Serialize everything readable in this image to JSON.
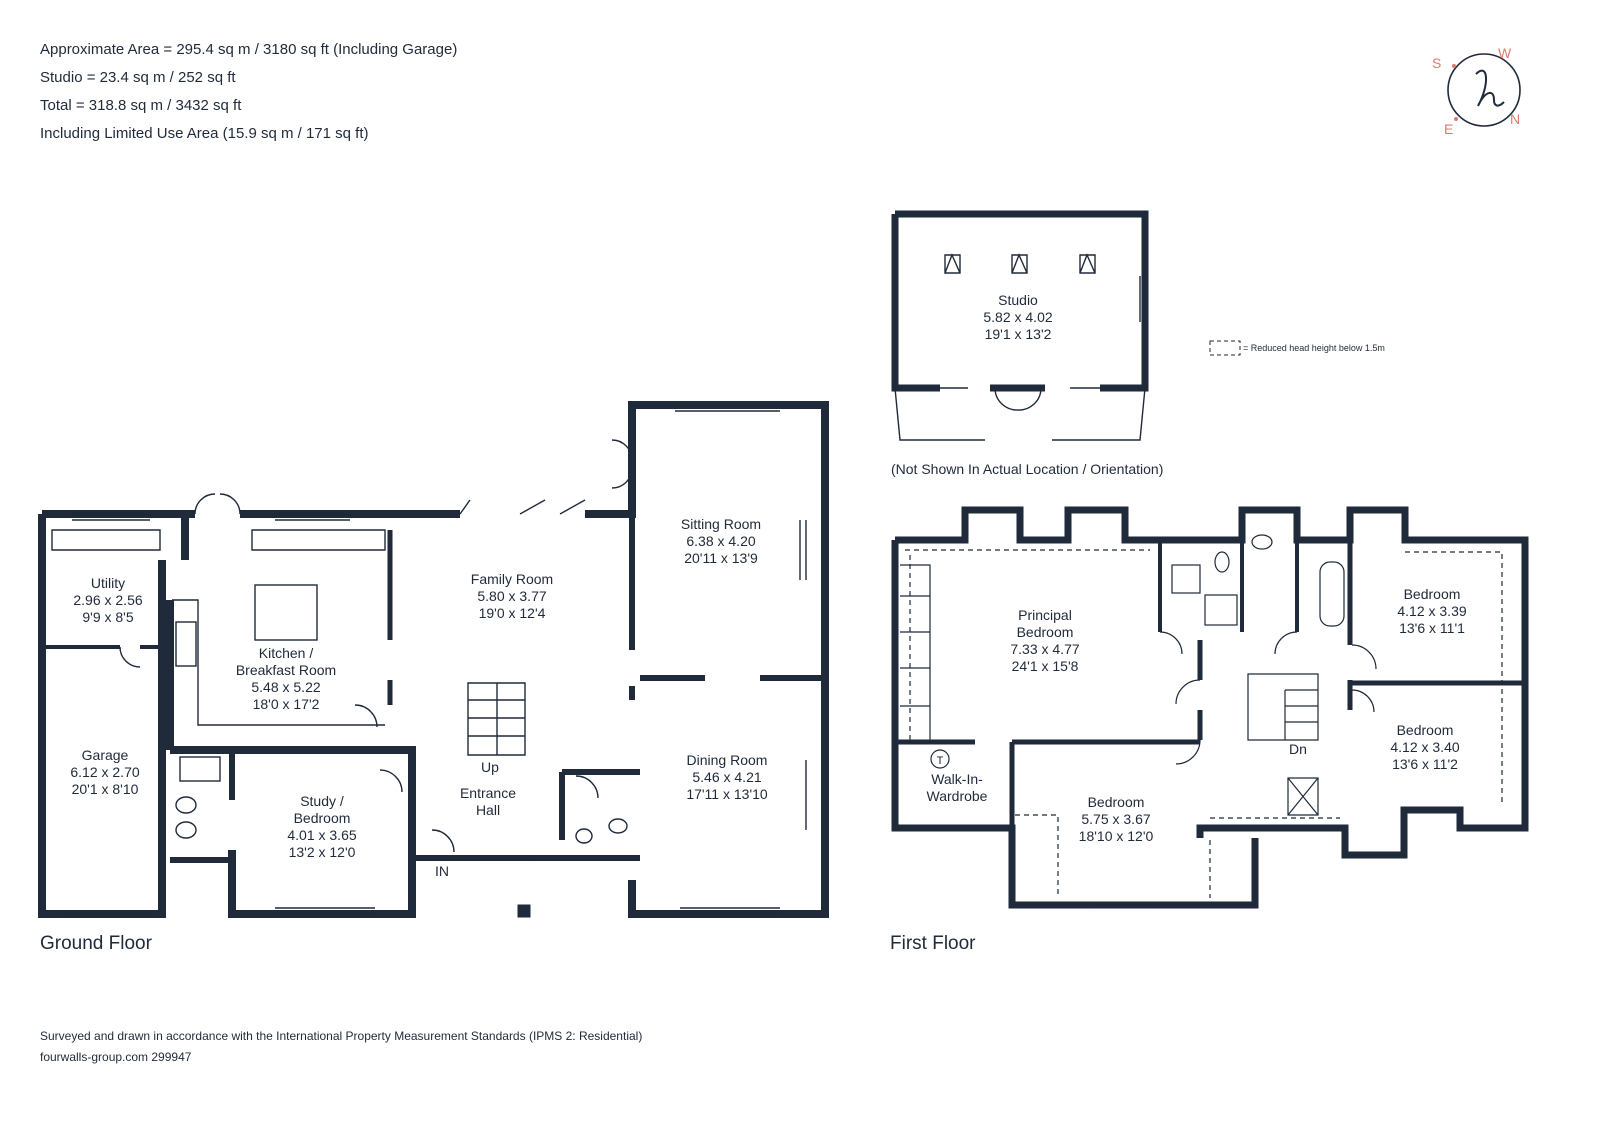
{
  "areas": [
    "Approximate Area = 295.4 sq m / 3180 sq ft (Including Garage)",
    "Studio = 23.4 sq m / 252 sq ft",
    "Total = 318.8 sq m / 3432 sq ft",
    "Including Limited Use Area (15.9 sq m / 171 sq ft)"
  ],
  "compass": {
    "s": "S",
    "w": "W",
    "e": "E",
    "n": "N",
    "accent": "#e07a6e"
  },
  "ground_floor": {
    "label": "Ground Floor",
    "entrance_label": "IN",
    "stairs_label": "Up",
    "rooms": {
      "utility": [
        "Utility",
        "2.96 x 2.56",
        "9'9 x 8'5"
      ],
      "garage": [
        "Garage",
        "6.12 x 2.70",
        "20'1 x 8'10"
      ],
      "kitchen": [
        "Kitchen /",
        "Breakfast Room",
        "5.48 x 5.22",
        "18'0 x 17'2"
      ],
      "family": [
        "Family Room",
        "5.80 x 3.77",
        "19'0 x 12'4"
      ],
      "sitting": [
        "Sitting Room",
        "6.38 x 4.20",
        "20'11 x 13'9"
      ],
      "study": [
        "Study /",
        "Bedroom",
        "4.01 x 3.65",
        "13'2 x 12'0"
      ],
      "hall": [
        "Entrance",
        "Hall"
      ],
      "dining": [
        "Dining Room",
        "5.46 x 4.21",
        "17'11 x 13'10"
      ]
    }
  },
  "studio": {
    "room": [
      "Studio",
      "5.82 x 4.02",
      "19'1 x 13'2"
    ],
    "caption": "(Not Shown In Actual Location / Orientation)"
  },
  "legend": {
    "text": "= Reduced head height below 1.5m"
  },
  "first_floor": {
    "label": "First Floor",
    "stairs_label": "Dn",
    "wardrobe_symbol": "T",
    "rooms": {
      "principal": [
        "Principal",
        "Bedroom",
        "7.33 x 4.77",
        "24'1 x 15'8"
      ],
      "walkin": [
        "Walk-In-",
        "Wardrobe"
      ],
      "bedroom_front": [
        "Bedroom",
        "5.75 x 3.67",
        "18'10 x 12'0"
      ],
      "bedroom_ne": [
        "Bedroom",
        "4.12 x 3.39",
        "13'6 x 11'1"
      ],
      "bedroom_se": [
        "Bedroom",
        "4.12 x 3.40",
        "13'6 x 11'2"
      ]
    }
  },
  "footer": [
    "Surveyed and drawn in accordance with the International Property Measurement Standards (IPMS 2: Residential)",
    "fourwalls-group.com 299947"
  ]
}
